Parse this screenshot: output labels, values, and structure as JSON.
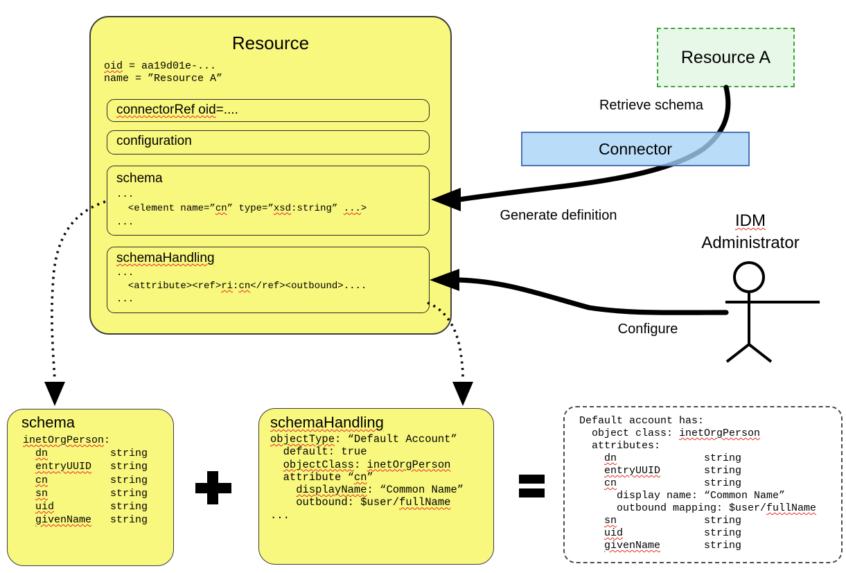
{
  "resource_box": {
    "title": "Resource",
    "props": [
      [
        {
          "t": "oid",
          "s": true
        },
        {
          "t": " = aa19d01e-..."
        }
      ],
      [
        {
          "t": "name = ”Resource A”"
        }
      ]
    ],
    "connector_ref_label": [
      [
        {
          "t": "connectorRef oid",
          "s": true
        },
        {
          "t": "=...."
        }
      ]
    ],
    "configuration_label": "configuration",
    "schema_section": {
      "title": "schema",
      "lines": [
        [
          {
            "t": "..."
          }
        ],
        [
          {
            "t": "  <element name=”"
          },
          {
            "t": "cn",
            "s": true
          },
          {
            "t": "” type=”"
          },
          {
            "t": "xsd",
            "s": true
          },
          {
            "t": ":string” "
          },
          {
            "t": "...",
            "s": true
          },
          {
            "t": ">"
          }
        ],
        [
          {
            "t": "..."
          }
        ]
      ]
    },
    "schema_handling_section": {
      "title": "schemaHandling",
      "lines": [
        [
          {
            "t": "..."
          }
        ],
        [
          {
            "t": "  <attribute><ref>"
          },
          {
            "t": "ri",
            "s": true
          },
          {
            "t": ":"
          },
          {
            "t": "cn",
            "s": true
          },
          {
            "t": "</ref><outbound>...."
          }
        ],
        [
          {
            "t": "..."
          }
        ]
      ]
    }
  },
  "resource_a": {
    "label": "Resource A"
  },
  "connector": {
    "label": "Connector"
  },
  "labels": {
    "retrieve_schema": "Retrieve schema",
    "generate_definition": "Generate definition",
    "configure": "Configure",
    "idm_line1": "IDM",
    "idm_line2": "Administrator"
  },
  "schema_result_box": {
    "title": "schema",
    "lines": [
      [
        {
          "t": "inetOrgPerson",
          "s": true
        },
        {
          "t": ":"
        }
      ],
      [
        {
          "t": "  "
        },
        {
          "t": "dn",
          "s": true
        },
        {
          "t": "          string"
        }
      ],
      [
        {
          "t": "  "
        },
        {
          "t": "entryUUID",
          "s": true
        },
        {
          "t": "   string"
        }
      ],
      [
        {
          "t": "  "
        },
        {
          "t": "cn",
          "s": true
        },
        {
          "t": "          string"
        }
      ],
      [
        {
          "t": "  "
        },
        {
          "t": "sn",
          "s": true
        },
        {
          "t": "          string"
        }
      ],
      [
        {
          "t": "  "
        },
        {
          "t": "uid",
          "s": true
        },
        {
          "t": "         string"
        }
      ],
      [
        {
          "t": "  "
        },
        {
          "t": "givenName",
          "s": true
        },
        {
          "t": "   string"
        }
      ]
    ]
  },
  "schema_handling_result_box": {
    "title": "schemaHandling",
    "lines": [
      [
        {
          "t": "objectType",
          "s": true
        },
        {
          "t": ": “Default Account”"
        }
      ],
      [
        {
          "t": "  default: true"
        }
      ],
      [
        {
          "t": "  "
        },
        {
          "t": "objectClass",
          "s": true
        },
        {
          "t": ": "
        },
        {
          "t": "inetOrgPerson",
          "s": true
        }
      ],
      [
        {
          "t": "  attribute “"
        },
        {
          "t": "cn",
          "s": true
        },
        {
          "t": "”"
        }
      ],
      [
        {
          "t": "    "
        },
        {
          "t": "displayName",
          "s": true
        },
        {
          "t": ": “Common Name”"
        }
      ],
      [
        {
          "t": "    outbound: $user/"
        },
        {
          "t": "fullName",
          "s": true
        }
      ],
      [
        {
          "t": "..."
        }
      ]
    ]
  },
  "combined_box": {
    "lines": [
      [
        {
          "t": "Default account has:"
        }
      ],
      [
        {
          "t": "  object class: "
        },
        {
          "t": "inetOrgPerson",
          "s": true
        }
      ],
      [
        {
          "t": "  attributes:"
        }
      ],
      [
        {
          "t": "    "
        },
        {
          "t": "dn",
          "s": true
        },
        {
          "t": "              string"
        }
      ],
      [
        {
          "t": "    "
        },
        {
          "t": "entryUUID",
          "s": true
        },
        {
          "t": "       string"
        }
      ],
      [
        {
          "t": "    "
        },
        {
          "t": "cn",
          "s": true
        },
        {
          "t": "              string"
        }
      ],
      [
        {
          "t": "      display name: “Common Name”"
        }
      ],
      [
        {
          "t": "      outbound mapping: $user/"
        },
        {
          "t": "fullName",
          "s": true
        }
      ],
      [
        {
          "t": "    "
        },
        {
          "t": "sn",
          "s": true
        },
        {
          "t": "              string"
        }
      ],
      [
        {
          "t": "    "
        },
        {
          "t": "uid",
          "s": true
        },
        {
          "t": "             string"
        }
      ],
      [
        {
          "t": "    "
        },
        {
          "t": "givenName",
          "s": true
        },
        {
          "t": "       string"
        }
      ]
    ]
  },
  "operators": {
    "plus": "+",
    "equals": "="
  },
  "colors": {
    "box_yellow": "#F8F77E",
    "connector_blue": "#A5D2F7",
    "connector_border": "#4A72B8",
    "resource_a_green": "#E8F8E8",
    "resource_a_border": "#3EA43E",
    "squiggle_red": "#E8281E"
  }
}
